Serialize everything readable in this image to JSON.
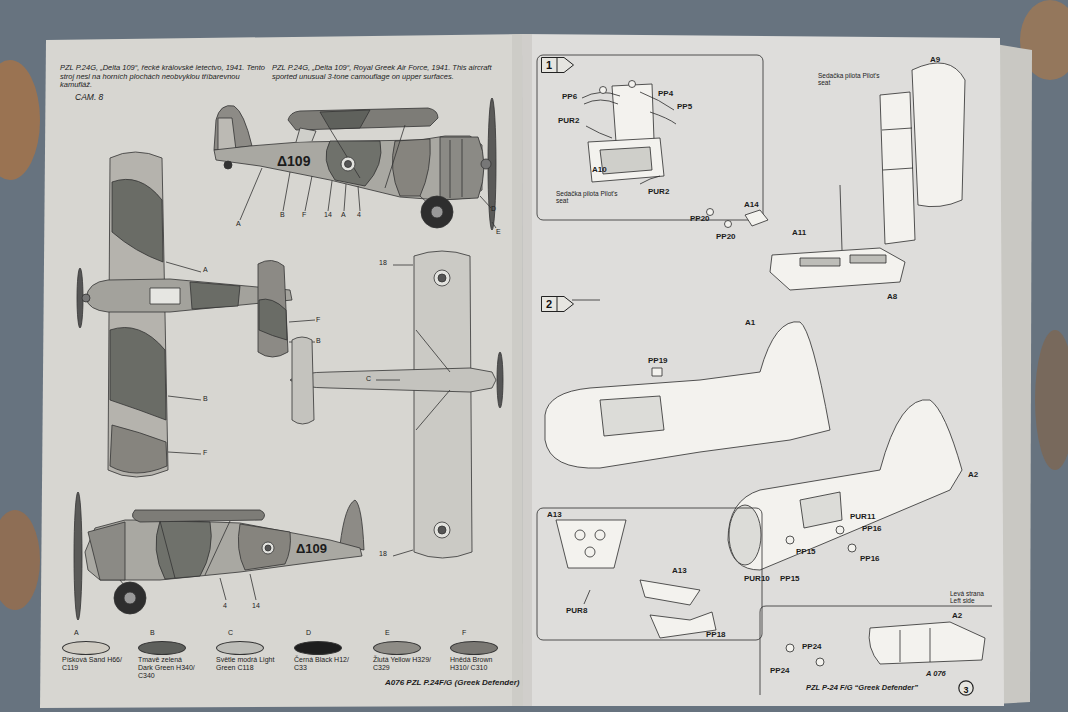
{
  "diagram": {
    "nodes": [
      {
        "text": [
          "1"
        ]
      },
      {
        "text": [
          "2"
        ]
      },
      {
        "text": [
          "3"
        ]
      }
    ],
    "labels": [
      "PZL P.24G, „Delta 109“, řecké královské letectvo, 1941. Tento stroj nesl na horních plochách neobvyklou tříbarevnou kamufláž.",
      "PZL P.24G, „Delta 109“, Royal Greek Air Force, 1941. This aircraft sported unusual 3-tone camouflage on upper surfaces.",
      "CAM. 8",
      "Δ109",
      "A",
      "B",
      "F",
      "14",
      "A",
      "4",
      "D",
      "E",
      "A",
      "F",
      "B",
      "B",
      "F",
      "18",
      "C",
      "18",
      "Δ109",
      "4",
      "14",
      "A",
      "B",
      "C",
      "D",
      "E",
      "F",
      "A076 PZL P.24F/G (Greek Defender)",
      "PP6",
      "PP4",
      "PP5",
      "PUR2",
      "A10",
      "PUR2",
      "Sedačka pilota Pilot's seat",
      "Sedačka pilota Pilot's seat",
      "A9",
      "PP20",
      "PP20",
      "A14",
      "A11",
      "A8",
      "PP19",
      "A1",
      "A2",
      "A13",
      "PUR8",
      "A13",
      "PP18",
      "PUR11",
      "PP16",
      "PP16",
      "PP15",
      "PP15",
      "PUR10",
      "Levá strana Left side",
      "A2",
      "PP24",
      "PP24",
      "PZL P-24 F/G “Greek Defender”",
      "A 076"
    ],
    "legend": [
      {
        "text": "Písková Sand H66/ C119",
        "color": "#cfcbc2"
      },
      {
        "text": "Tmavě zelená Dark Green H340/ C340",
        "color": "#5e605c"
      },
      {
        "text": "Světle modrá Light Green C118",
        "color": "#bdbdb8"
      },
      {
        "text": "Černá Black H12/ C33",
        "color": "#1e1e1e"
      },
      {
        "text": "Žlutá Yellow H329/ C329",
        "color": "#8e8c86"
      },
      {
        "text": "Hnědá Brown H310/ C310",
        "color": "#7a7873"
      }
    ]
  }
}
